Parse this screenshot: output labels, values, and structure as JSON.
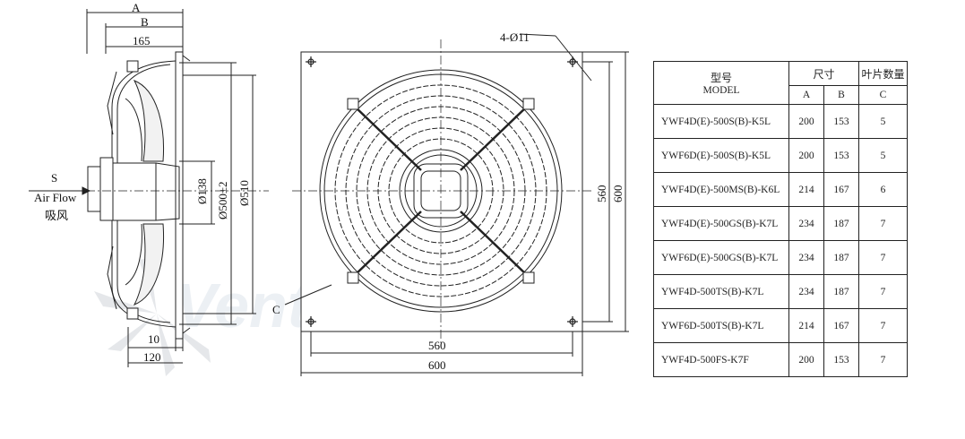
{
  "side_view": {
    "dim_A": "A",
    "dim_B": "B",
    "dim_165": "165",
    "label_S": "S",
    "label_airflow": "Air Flow",
    "label_airflow_cn": "吸风",
    "dim_138": "Ø138",
    "dim_500": "Ø500±2",
    "dim_510": "Ø510",
    "dim_10": "10",
    "dim_120": "120"
  },
  "front_view": {
    "holes": "4-Ø11",
    "label_C": "C",
    "dim_560_h": "560",
    "dim_600_h": "600",
    "dim_560_v": "560",
    "dim_600_v": "600"
  },
  "watermark": "Ventel",
  "table": {
    "header_model_cn": "型号",
    "header_model_en": "MODEL",
    "header_size_cn": "尺寸",
    "header_blades_cn": "叶片数量",
    "sub_A": "A",
    "sub_B": "B",
    "sub_C": "C",
    "rows": [
      {
        "model": "YWF4D(E)-500S(B)-K5L",
        "A": "200",
        "B": "153",
        "C": "5"
      },
      {
        "model": "YWF6D(E)-500S(B)-K5L",
        "A": "200",
        "B": "153",
        "C": "5"
      },
      {
        "model": "YWF4D(E)-500MS(B)-K6L",
        "A": "214",
        "B": "167",
        "C": "6"
      },
      {
        "model": "YWF4D(E)-500GS(B)-K7L",
        "A": "234",
        "B": "187",
        "C": "7"
      },
      {
        "model": "YWF6D(E)-500GS(B)-K7L",
        "A": "234",
        "B": "187",
        "C": "7"
      },
      {
        "model": "YWF4D-500TS(B)-K7L",
        "A": "234",
        "B": "187",
        "C": "7"
      },
      {
        "model": "YWF6D-500TS(B)-K7L",
        "A": "214",
        "B": "167",
        "C": "7"
      },
      {
        "model": "YWF4D-500FS-K7F",
        "A": "200",
        "B": "153",
        "C": "7"
      }
    ]
  }
}
